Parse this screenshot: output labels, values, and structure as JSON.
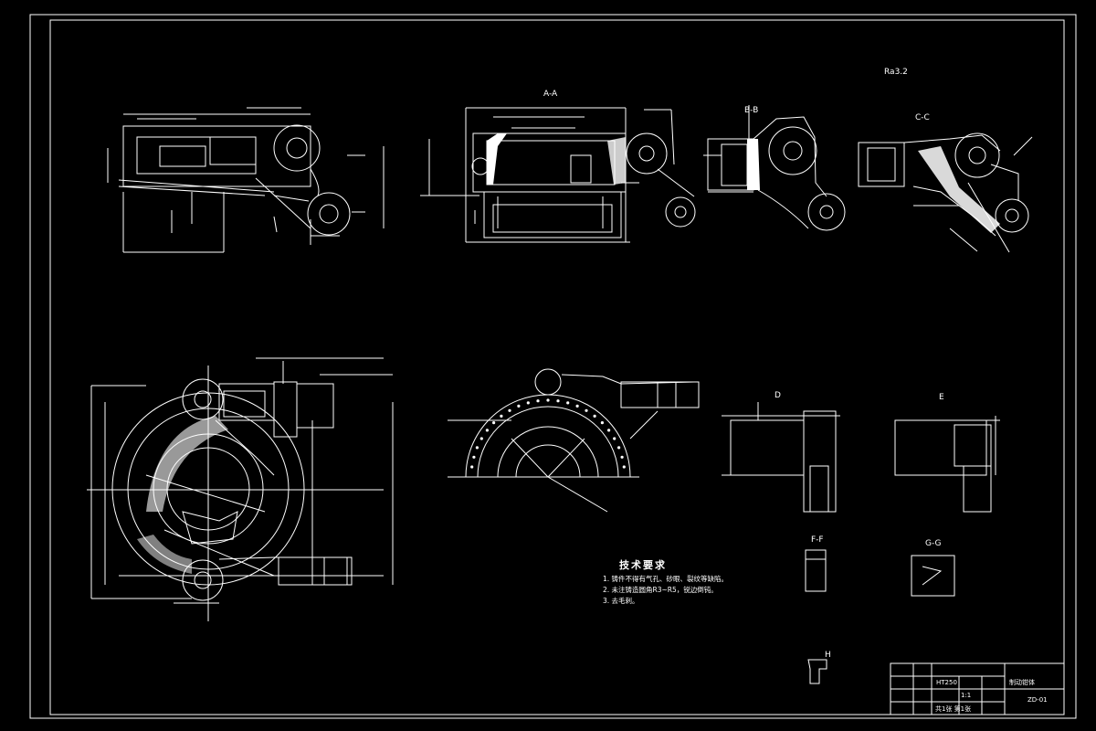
{
  "drawing": {
    "background": "#000000",
    "line_color": "#ffffff",
    "roughness_mark": "Ra3.2",
    "section_labels": [
      "A-A",
      "B-B",
      "C-C",
      "D",
      "E",
      "F-F",
      "G-G",
      "H"
    ],
    "tech_requirements": {
      "title": "技术要求",
      "notes": [
        "1. 铸件不得有气孔、砂眼、裂纹等缺陷。",
        "2. 未注铸造圆角R3~R5，锐边倒钝。",
        "3. 去毛刺。"
      ]
    },
    "title_block": {
      "part_name": "制动钳体",
      "material": "HT250",
      "drawing_no": "ZD-01",
      "scale": "1:1",
      "sheet": "共1张 第1张"
    }
  }
}
